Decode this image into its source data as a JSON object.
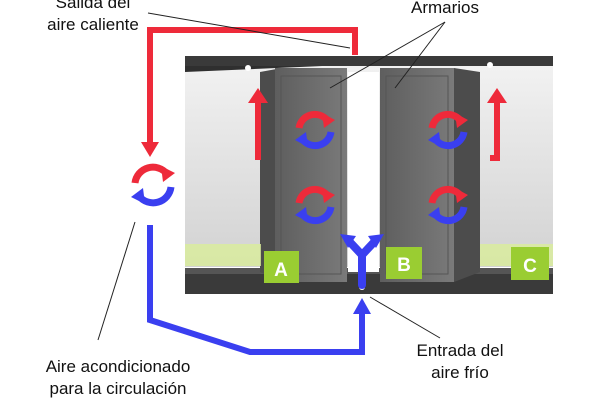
{
  "labels": {
    "hot_air_exit_line1": "Salida del",
    "hot_air_exit_line2": "aire caliente",
    "cabinets": "Armarios",
    "conditioned_air_line1": "Aire acondicionado",
    "conditioned_air_line2": "para la circulación",
    "cold_air_inlet_line1": "Entrada del",
    "cold_air_inlet_line2": "aire frío"
  },
  "zones": {
    "a": "A",
    "b": "B",
    "c": "C"
  },
  "colors": {
    "hot": "#ee2a3a",
    "cold": "#3a3ff0",
    "zone_green": "#9acd32",
    "cabinet": "#6e6e6e",
    "roof": "#3a3a3a",
    "wall": "#d8d8d8"
  },
  "icons": [
    "hot-air-arrow-icon",
    "cold-air-arrow-icon",
    "circulation-cycle-icon"
  ]
}
